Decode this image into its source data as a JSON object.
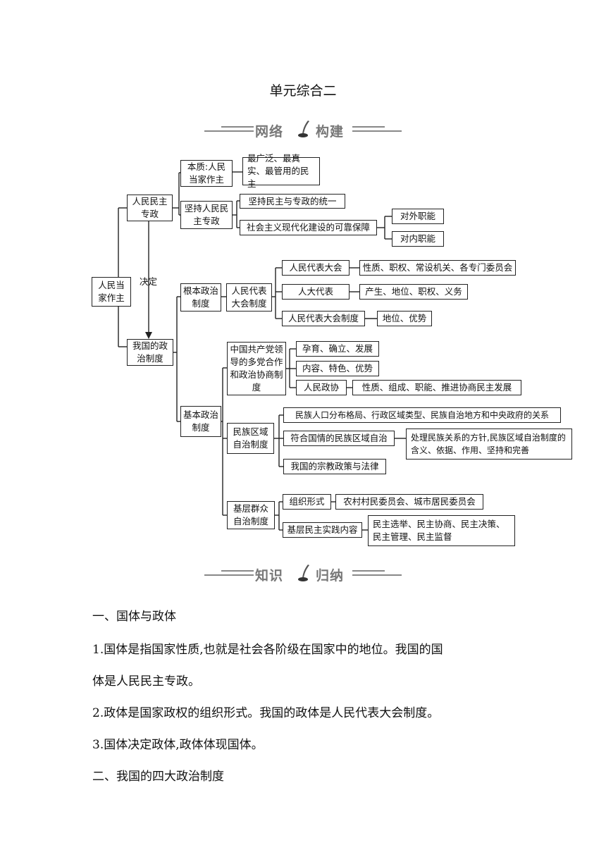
{
  "title": "单元综合二",
  "banners": {
    "network": {
      "left": "网络",
      "right": "构建"
    },
    "knowledge": {
      "left": "知识",
      "right": "归纳"
    }
  },
  "diagram": {
    "root": "人民当家作主",
    "decide_label": "决定",
    "dictatorship": "人民民主专政",
    "essence": "本质:人民当家作主",
    "essence_detail": "最广泛、最真实、最管用的民主",
    "adhere": "坚持人民民主专政",
    "unity": "坚持民主与专政的统一",
    "guarantee": "社会主义现代化建设的可靠保障",
    "external": "对外职能",
    "internal": "对内职能",
    "political_system": "我国的政治制度",
    "fundamental": "根本政治制度",
    "npc_system": "人民代表大会制度",
    "npc": "人民代表大会",
    "npc_detail": "性质、职权、常设机关、各专门委员会",
    "deputies": "人大代表",
    "deputies_detail": "产生、地位、职权、义务",
    "npc_sys2": "人民代表大会制度",
    "npc_sys2_detail": "地位、优势",
    "basic": "基本政治制度",
    "cpc": "中国共产党领导的多党合作和政治协商制度",
    "cpc_a": "孕育、确立、发展",
    "cpc_b": "内容、特色、优势",
    "cppcc": "人民政协",
    "cppcc_detail": "性质、组成、职能、推进协商民主发展",
    "ethnic": "民族区域自治制度",
    "ethnic_a": "民族人口分布格局、行政区域类型、民族自治地方和中央政府的关系",
    "ethnic_b": "符合国情的民族区域自治",
    "ethnic_b_detail": "处理民族关系的方针,民族区域自治制度的含义、依据、作用、坚持和完善",
    "ethnic_c": "我国的宗教政策与法律",
    "grassroots": "基层群众自治制度",
    "org_form": "组织形式",
    "org_form_detail": "农村村民委员会、城市居民委员会",
    "practice": "基层民主实践内容",
    "practice_detail": "民主选举、民主协商、民主决策、民主管理、民主监督"
  },
  "body": {
    "s1": "一、国体与政体",
    "p1a": "1.国体是指国家性质,也就是社会各阶级在国家中的地位。我国的国",
    "p1b": "体是人民民主专政。",
    "p2": "2.政体是国家政权的组织形式。我国的政体是人民代表大会制度。",
    "p3": "3.国体决定政体,政体体现国体。",
    "s2": "二、我国的四大政治制度"
  }
}
